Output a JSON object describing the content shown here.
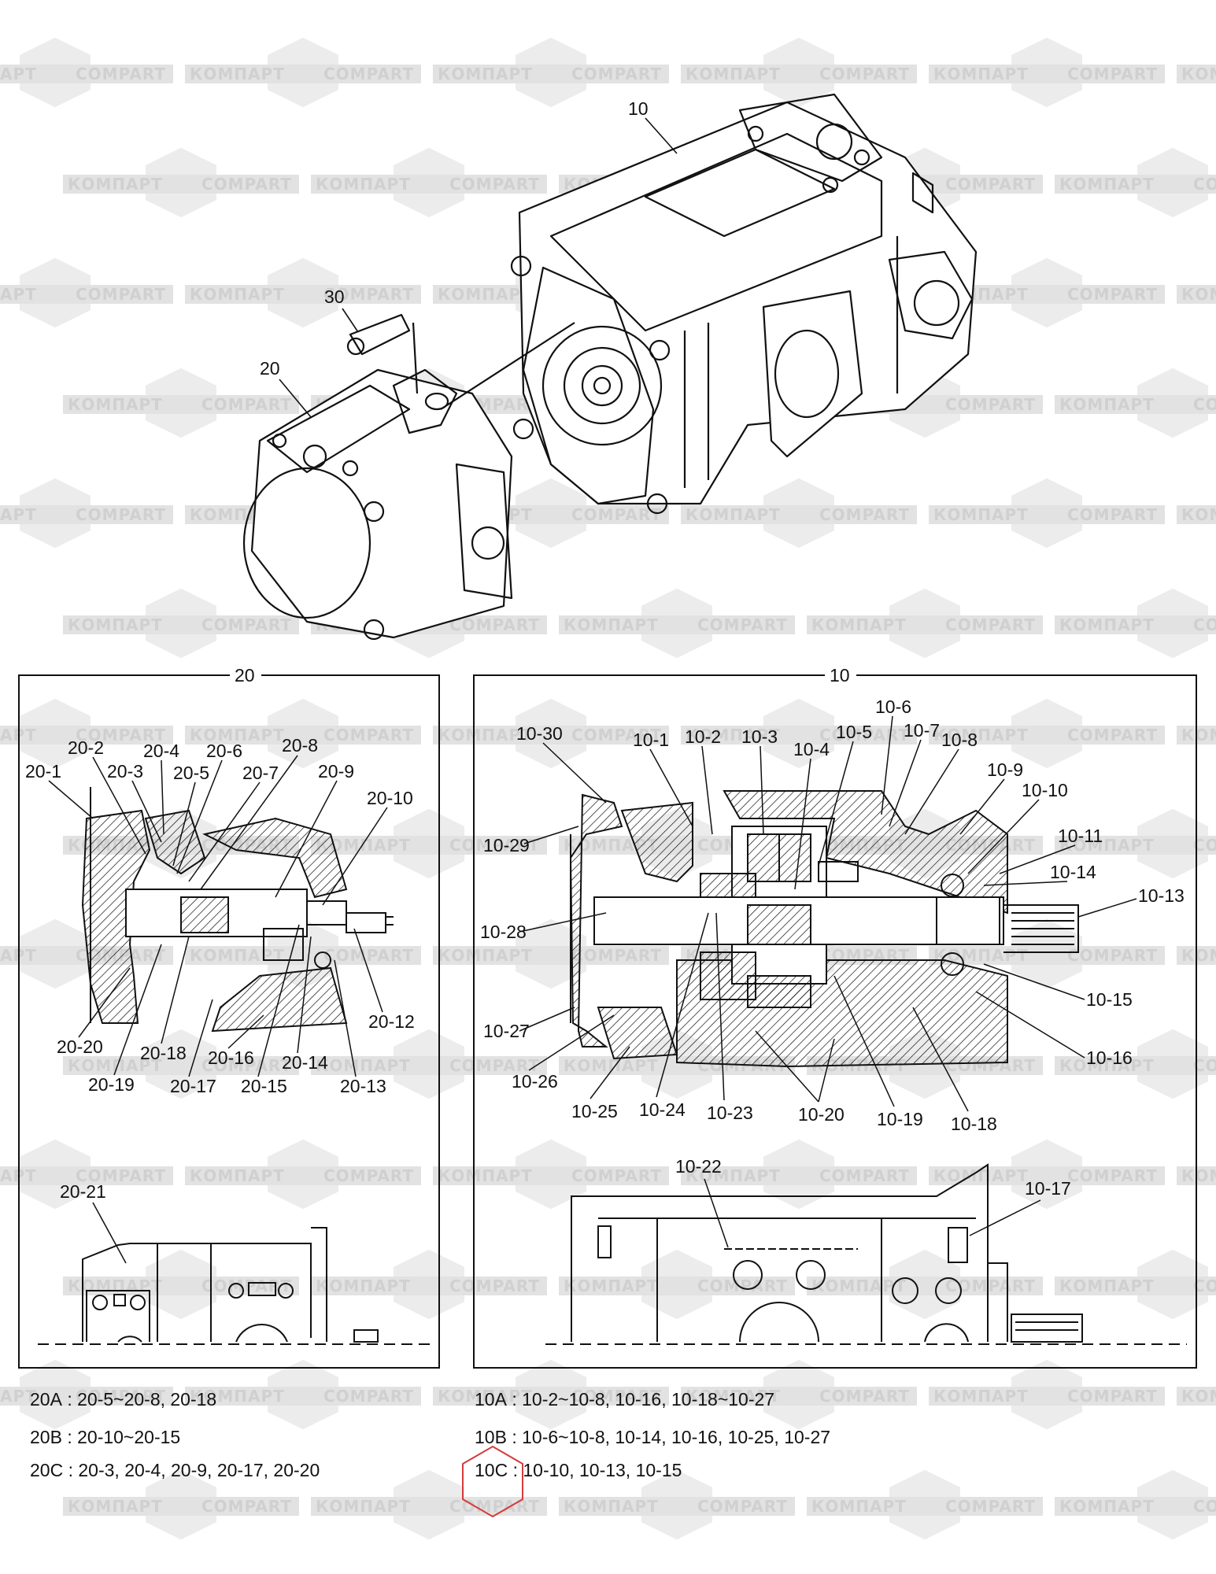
{
  "watermark": {
    "text_cyr": "КОМПАРТ",
    "text_lat": "COMPART"
  },
  "top_view": {
    "labels": {
      "pump_large": "10",
      "pump_small": "20",
      "bolt": "30"
    }
  },
  "panel_20": {
    "title": "20",
    "callouts": [
      "20-1",
      "20-2",
      "20-3",
      "20-4",
      "20-5",
      "20-6",
      "20-7",
      "20-8",
      "20-9",
      "20-10",
      "20-12",
      "20-13",
      "20-14",
      "20-15",
      "20-16",
      "20-17",
      "20-18",
      "20-19",
      "20-20",
      "20-21"
    ]
  },
  "panel_10": {
    "title": "10",
    "callouts": [
      "10-1",
      "10-2",
      "10-3",
      "10-4",
      "10-5",
      "10-6",
      "10-7",
      "10-8",
      "10-9",
      "10-10",
      "10-11",
      "10-13",
      "10-14",
      "10-15",
      "10-16",
      "10-17",
      "10-18",
      "10-19",
      "10-20",
      "10-22",
      "10-23",
      "10-24",
      "10-25",
      "10-26",
      "10-27",
      "10-28",
      "10-29",
      "10-30"
    ]
  },
  "legend": {
    "left": [
      {
        "code": "20A",
        "parts": "20-5~20-8, 20-18"
      },
      {
        "code": "20B",
        "parts": "20-10~20-15"
      },
      {
        "code": "20C",
        "parts": "20-3, 20-4, 20-9, 20-17, 20-20"
      }
    ],
    "right": [
      {
        "code": "10A",
        "parts": "10-2~10-8, 10-16, 10-18~10-27"
      },
      {
        "code": "10B",
        "parts": "10-6~10-8, 10-14, 10-16, 10-25, 10-27"
      },
      {
        "code": "10C",
        "parts": "10-10, 10-13, 10-15"
      }
    ]
  },
  "colors": {
    "line": "#111111",
    "watermark": "#d0d0d0",
    "highlight": "#d43c3c"
  }
}
